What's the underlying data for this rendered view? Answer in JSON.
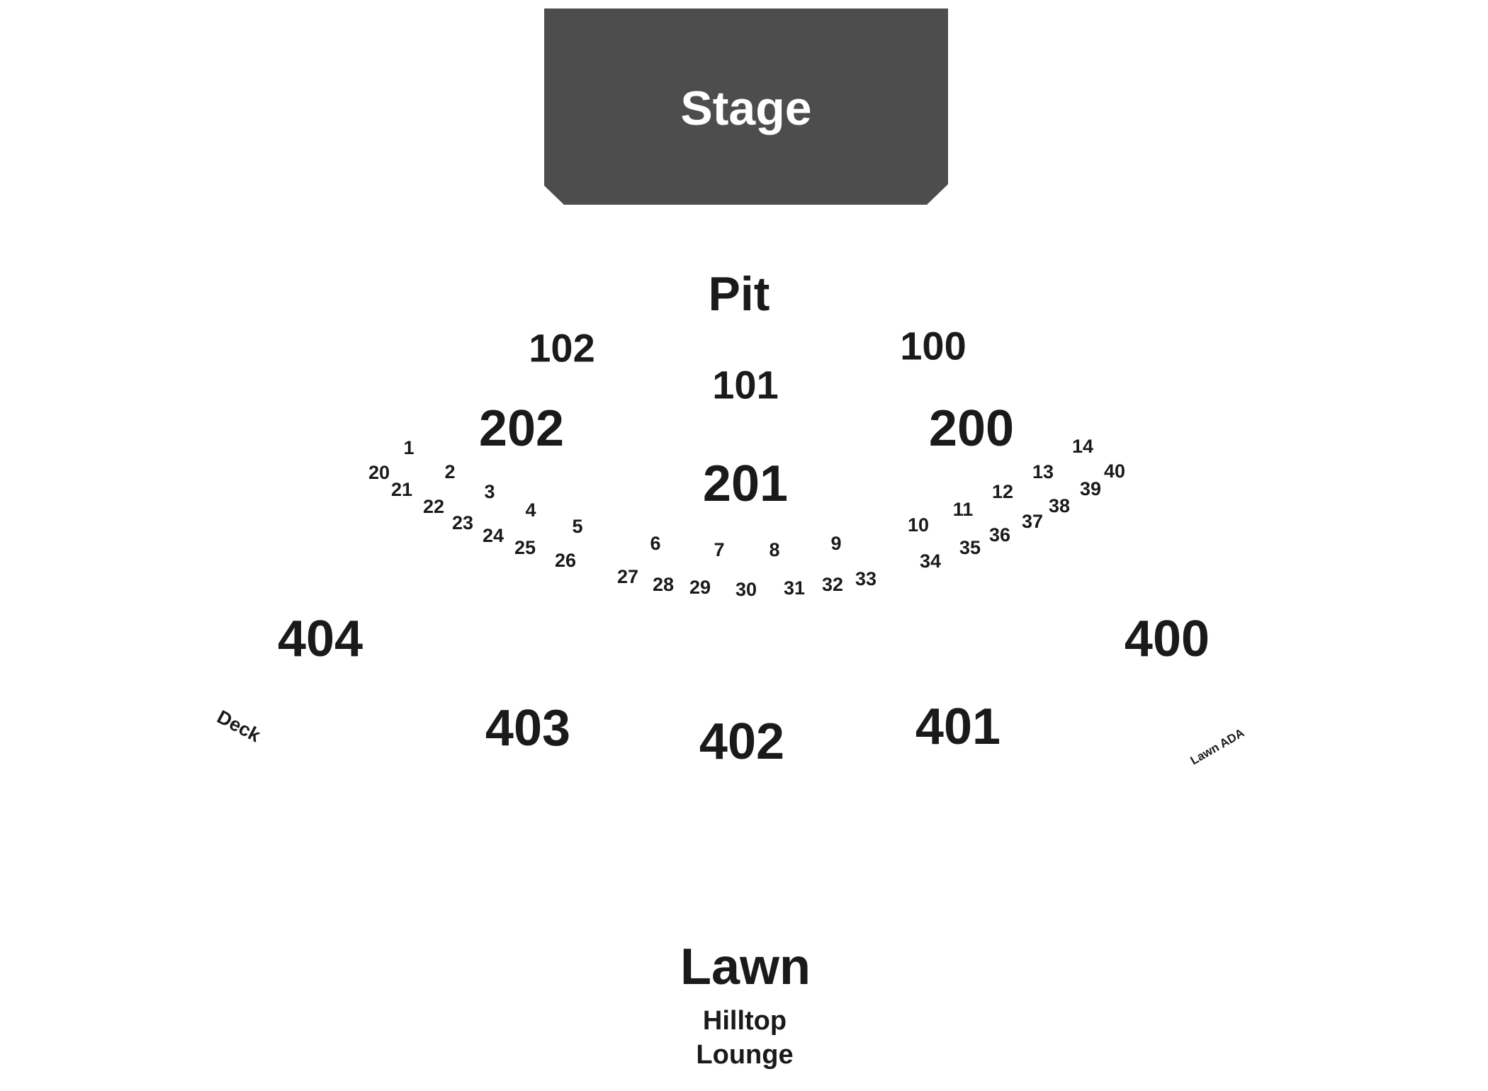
{
  "stage": {
    "label": "Stage",
    "color": "#4d4d4d"
  },
  "sections": {
    "pit": "Pit",
    "s100": "100",
    "s101": "101",
    "s102": "102",
    "s200": "200",
    "s201": "201",
    "s202": "202",
    "s400": "400",
    "s401": "401",
    "s402": "402",
    "s403": "403",
    "s404": "404",
    "deck": "Deck",
    "lawn_ada": "Lawn ADA",
    "lawn": "Lawn",
    "hilltop": "Hilltop",
    "lounge": "Lounge"
  },
  "boxes": [
    "1",
    "2",
    "3",
    "4",
    "5",
    "6",
    "7",
    "8",
    "9",
    "10",
    "11",
    "12",
    "13",
    "14",
    "20",
    "21",
    "22",
    "23",
    "24",
    "25",
    "26",
    "27",
    "28",
    "29",
    "30",
    "31",
    "32",
    "33",
    "34",
    "35",
    "36",
    "37",
    "38",
    "39",
    "40"
  ],
  "text_color": "#1a1a1a"
}
